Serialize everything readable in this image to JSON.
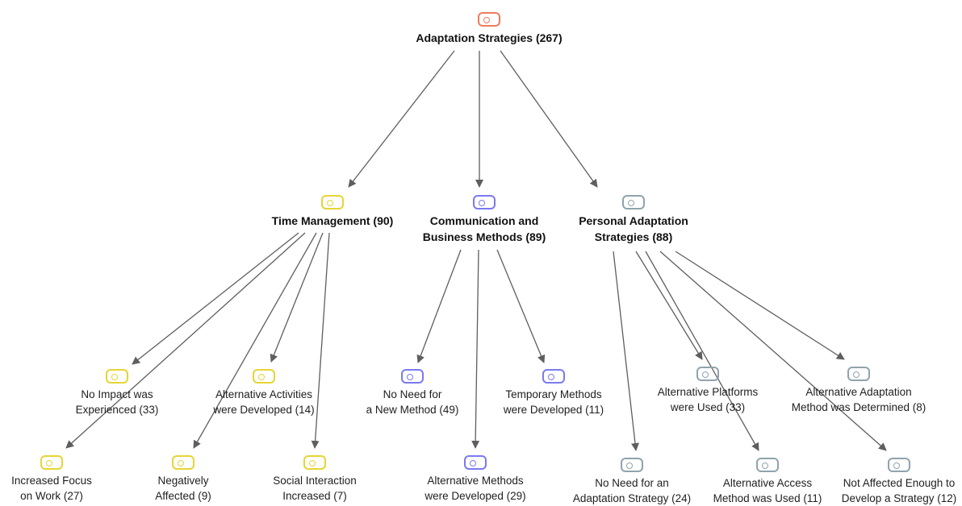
{
  "colors": {
    "root": "#ee7c5a",
    "time_management": "#e6d534",
    "communication": "#7a7af0",
    "personal": "#8fa3ad",
    "edge": "#5e5e5e"
  },
  "nodes": [
    {
      "id": "root",
      "label": "Adaptation Strategies (267)",
      "color_key": "root",
      "icon": "tag-icon"
    },
    {
      "id": "time-management",
      "label": "Time Management (90)",
      "color_key": "time_management",
      "icon": "tag-icon"
    },
    {
      "id": "communication-business",
      "label": "Communication and\nBusiness Methods (89)",
      "color_key": "communication",
      "icon": "tag-icon"
    },
    {
      "id": "personal-adaptation",
      "label": "Personal Adaptation\nStrategies (88)",
      "color_key": "personal",
      "icon": "tag-icon"
    },
    {
      "id": "no-impact",
      "label": "No Impact was\nExperienced (33)",
      "color_key": "time_management",
      "icon": "tag-icon"
    },
    {
      "id": "alternative-activities",
      "label": "Alternative Activities\nwere Developed (14)",
      "color_key": "time_management",
      "icon": "tag-icon"
    },
    {
      "id": "increased-focus",
      "label": "Increased Focus\non Work (27)",
      "color_key": "time_management",
      "icon": "tag-icon"
    },
    {
      "id": "negatively-affected",
      "label": "Negatively\nAffected (9)",
      "color_key": "time_management",
      "icon": "tag-icon"
    },
    {
      "id": "social-interaction",
      "label": "Social Interaction\nIncreased (7)",
      "color_key": "time_management",
      "icon": "tag-icon"
    },
    {
      "id": "no-need-method",
      "label": "No Need for\na New Method (49)",
      "color_key": "communication",
      "icon": "tag-icon"
    },
    {
      "id": "temporary-methods",
      "label": "Temporary Methods\nwere Developed (11)",
      "color_key": "communication",
      "icon": "tag-icon"
    },
    {
      "id": "alternative-methods",
      "label": "Alternative Methods\nwere Developed (29)",
      "color_key": "communication",
      "icon": "tag-icon"
    },
    {
      "id": "alternative-platforms",
      "label": "Alternative Platforms\nwere Used (33)",
      "color_key": "personal",
      "icon": "tag-icon"
    },
    {
      "id": "alternative-adaptation-method",
      "label": "Alternative Adaptation\nMethod was Determined (8)",
      "color_key": "personal",
      "icon": "tag-icon"
    },
    {
      "id": "no-need-strategy",
      "label": "No Need for an\nAdaptation Strategy (24)",
      "color_key": "personal",
      "icon": "tag-icon"
    },
    {
      "id": "alternative-access",
      "label": "Alternative Access\nMethod was Used (11)",
      "color_key": "personal",
      "icon": "tag-icon"
    },
    {
      "id": "not-affected-enough",
      "label": "Not Affected Enough to\nDevelop a Strategy (12)",
      "color_key": "personal",
      "icon": "tag-icon"
    }
  ],
  "edges": [
    {
      "from": "root",
      "to": "time-management"
    },
    {
      "from": "root",
      "to": "communication-business"
    },
    {
      "from": "root",
      "to": "personal-adaptation"
    },
    {
      "from": "time-management",
      "to": "no-impact"
    },
    {
      "from": "time-management",
      "to": "increased-focus"
    },
    {
      "from": "time-management",
      "to": "negatively-affected"
    },
    {
      "from": "time-management",
      "to": "alternative-activities"
    },
    {
      "from": "time-management",
      "to": "social-interaction"
    },
    {
      "from": "communication-business",
      "to": "no-need-method"
    },
    {
      "from": "communication-business",
      "to": "alternative-methods"
    },
    {
      "from": "communication-business",
      "to": "temporary-methods"
    },
    {
      "from": "personal-adaptation",
      "to": "no-need-strategy"
    },
    {
      "from": "personal-adaptation",
      "to": "alternative-platforms"
    },
    {
      "from": "personal-adaptation",
      "to": "alternative-access"
    },
    {
      "from": "personal-adaptation",
      "to": "alternative-adaptation-method"
    },
    {
      "from": "personal-adaptation",
      "to": "not-affected-enough"
    }
  ]
}
